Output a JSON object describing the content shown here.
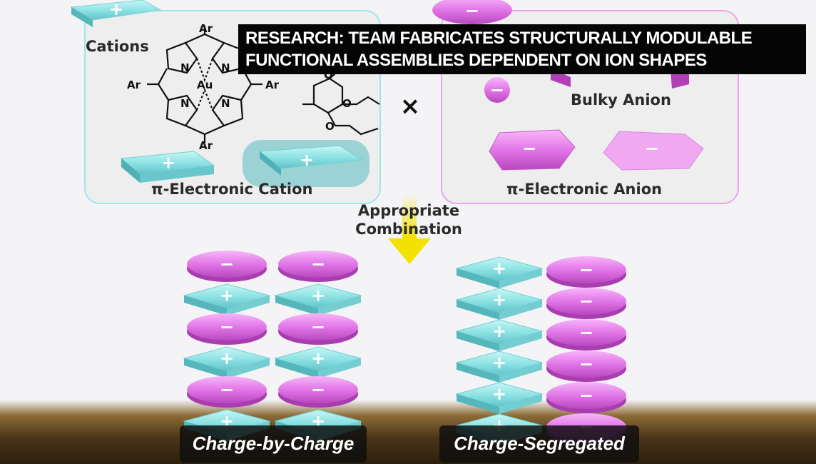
{
  "headline": {
    "line1": "RESEARCH: TEAM FABRICATES STRUCTURALLY MODULABLE",
    "line2": "FUNCTIONAL ASSEMBLIES DEPENDENT ON ION SHAPES"
  },
  "left_panel": {
    "cations_label": "Cations",
    "cation_label": "π-Electronic Cation"
  },
  "right_panel": {
    "bulky_label": "Bulky Anion",
    "anion_label": "π-Electronic Anion"
  },
  "molecule": {
    "metal": "Au",
    "substituent": "Ar",
    "nitrogen": "N",
    "oxygen": "O"
  },
  "operator": "×",
  "arrow": {
    "line1": "Appropriate",
    "line2": "Combination"
  },
  "signs": {
    "plus": "+",
    "minus": "−"
  },
  "bottom": {
    "left_tag": "Charge-by-Charge",
    "right_tag": "Charge-Segregated"
  },
  "colors": {
    "cation": "#8ee6e6",
    "anion": "#e276e8",
    "arrow": "#f3e200"
  }
}
